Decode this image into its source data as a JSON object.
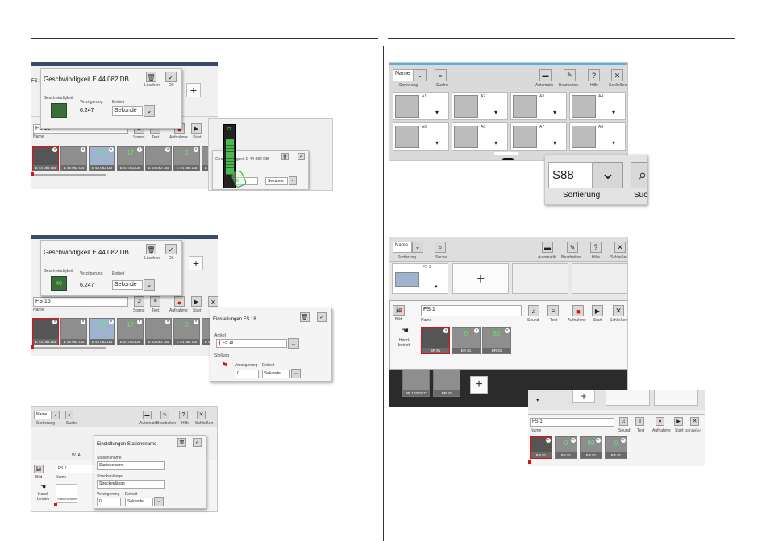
{
  "p1": {
    "dialog_title": "Geschwindigkeit E 44 082 DB",
    "loeschen": "Löschen",
    "ok": "Ok",
    "geschwindigkeit": "Geschwindigkeit",
    "verzoegerung": "Verzögerung",
    "einheit": "Einheit",
    "verz_value": "6.247",
    "einheit_value": "Sekunde",
    "fs_name": "FS 15",
    "name_label": "Name",
    "sound": "Sound",
    "text": "Text",
    "aufnahme": "Aufnahme",
    "start": "Start",
    "fs2_label": "FS 2",
    "loco": "E 44 082 DB",
    "tile_nums": [
      "",
      "",
      "40",
      "17",
      "",
      "0",
      ""
    ],
    "small_title": "Geschwindigkeit E 44 082 DB",
    "small_verz": "0",
    "small_einheit": "Sekunde",
    "slider_value": "72"
  },
  "p2": {
    "dialog_title": "Geschwindigkeit E 44 082 DB",
    "loeschen": "Löschen",
    "ok": "Ok",
    "geschwindigkeit": "Geschwindigkeit",
    "verzoegerung": "Verzögerung",
    "einheit": "Einheit",
    "verz_value": "6.247",
    "einheit_value": "Sekunde",
    "green_value": "40",
    "fs_name": "FS 15",
    "name_label": "Name",
    "sound": "Sound",
    "text": "Text",
    "aufnahme": "Aufnahme",
    "start": "Start",
    "loco": "E 44 082 DB",
    "tile_nums": [
      "",
      "",
      "40",
      "17",
      "",
      "0",
      ""
    ],
    "settings_title": "Einstellungen FS 18",
    "artikel": "Artikel",
    "artikel_value": "FS 18",
    "stellung": "Stellung",
    "stell_verz": "0",
    "stell_einheit": "Sekunde"
  },
  "p3": {
    "name_select": "Name",
    "sortierung": "Sortierung",
    "suche": "Suche",
    "automatik": "Automatik",
    "bearbeiten": "Bearbeiten",
    "hilfe": "Hilfe",
    "schliessen": "Schließen",
    "settings_title": "Einstellungen Stationsname",
    "stationsname_lbl": "Stationsname",
    "stationsname_val": "Stationsname",
    "streckenlaenge_lbl": "Streckenlänge",
    "streckenlaenge_val": "Streckenlänge",
    "verzoegerung": "Verzögerung",
    "einheit": "Einheit",
    "verz_val": "0",
    "einheit_val": "Sekunde",
    "fs_name": "FS 2",
    "name_label": "Name",
    "bild": "Bild",
    "hand": "Hand-\nbetrieb",
    "station_tile": "Stationsname",
    "wia": "W IA"
  },
  "p4": {
    "name_select": "Name",
    "sortierung": "Sortierung",
    "suche": "Suche",
    "automatik": "Automatik",
    "bearbeiten": "Bearbeiten",
    "hilfe": "Hilfe",
    "schliessen": "Schließen",
    "switches": [
      "A1",
      "A2",
      "A3",
      "A4",
      "A0",
      "A0",
      "A7",
      "A8"
    ],
    "zoom_select": "S88",
    "zoom_sortierung": "Sortierung",
    "zoom_suche": "Suc"
  },
  "p5": {
    "name_select": "Name",
    "sortierung": "Sortierung",
    "suche": "Suche",
    "automatik": "Automatik",
    "bearbeiten": "Bearbeiten",
    "hilfe": "Hilfe",
    "schliessen": "Schließen",
    "fs_tile": "FS 1",
    "fs_name": "FS 1",
    "name_label": "Name",
    "bild": "Bild",
    "hand": "Hand-\nbetrieb",
    "sound": "Sound",
    "text": "Text",
    "aufnahme": "Aufnahme",
    "start": "Start",
    "loco": "BR 81",
    "tile_nums": [
      "",
      "0",
      "80"
    ],
    "below_tiles": [
      "BR 103 DCC",
      "BR 81"
    ]
  },
  "p6": {
    "fs_name": "FS 1",
    "name_label": "Name",
    "sound": "Sound",
    "text": "Text",
    "aufnahme": "Aufnahme",
    "start": "Start",
    "schliessen": "Schließen",
    "loco": "BR 81",
    "tile_nums": [
      "",
      "0",
      "80",
      "0"
    ]
  }
}
